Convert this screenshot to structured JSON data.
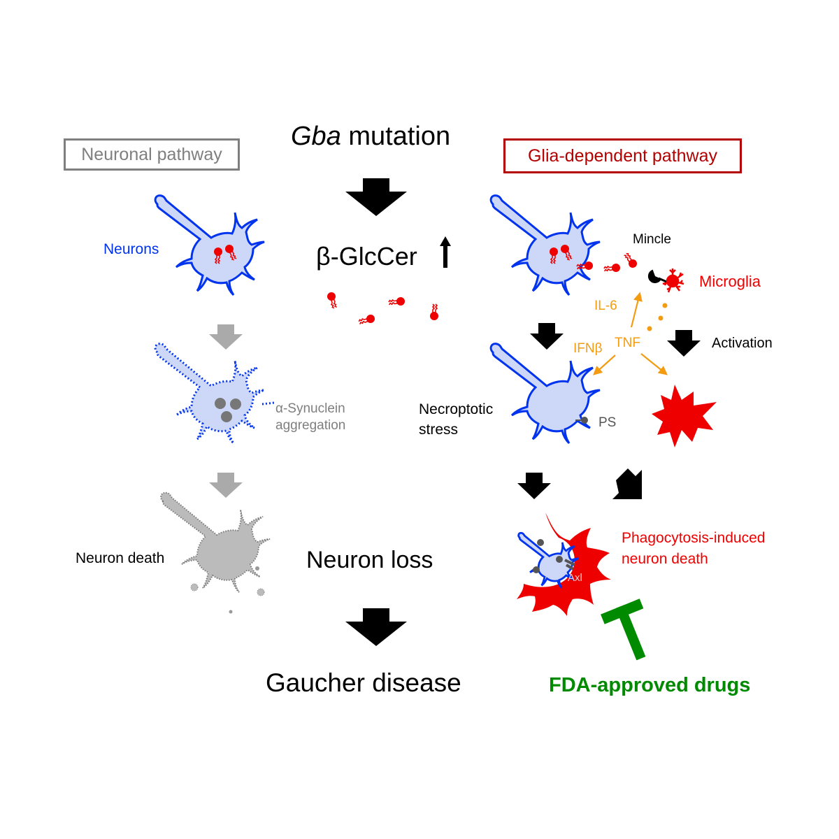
{
  "title": {
    "italic": "Gba",
    "rest": " mutation"
  },
  "pathways": {
    "neuronal": "Neuronal pathway",
    "glia": "Glia-dependent pathway"
  },
  "center": {
    "glccer": "β-GlcCer",
    "neuron_loss": "Neuron loss",
    "disease": "Gaucher disease"
  },
  "left": {
    "neurons": "Neurons",
    "synuclein_line1": "α-Synuclein",
    "synuclein_line2": "aggregation",
    "neuron_death": "Neuron death"
  },
  "right": {
    "mincle": "Mincle",
    "microglia": "Microglia",
    "il6": "IL-6",
    "tnf": "TNF",
    "ifnb": "IFNβ",
    "activation": "Activation",
    "necro_line1": "Necroptotic",
    "necro_line2": "stress",
    "ps": "PS",
    "phago_line1": "Phagocytosis-induced",
    "phago_line2": "neuron death",
    "axl": "Axl",
    "drugs": "FDA-approved drugs"
  },
  "colors": {
    "neuron_blue": "#0033ee",
    "neuron_fill": "#cdd8f8",
    "lipid_red": "#ee0000",
    "glia_red": "#b30000",
    "cytokine_orange": "#f39c12",
    "inhibitor_green": "#008a00",
    "gray_text": "#7f7f7f"
  }
}
